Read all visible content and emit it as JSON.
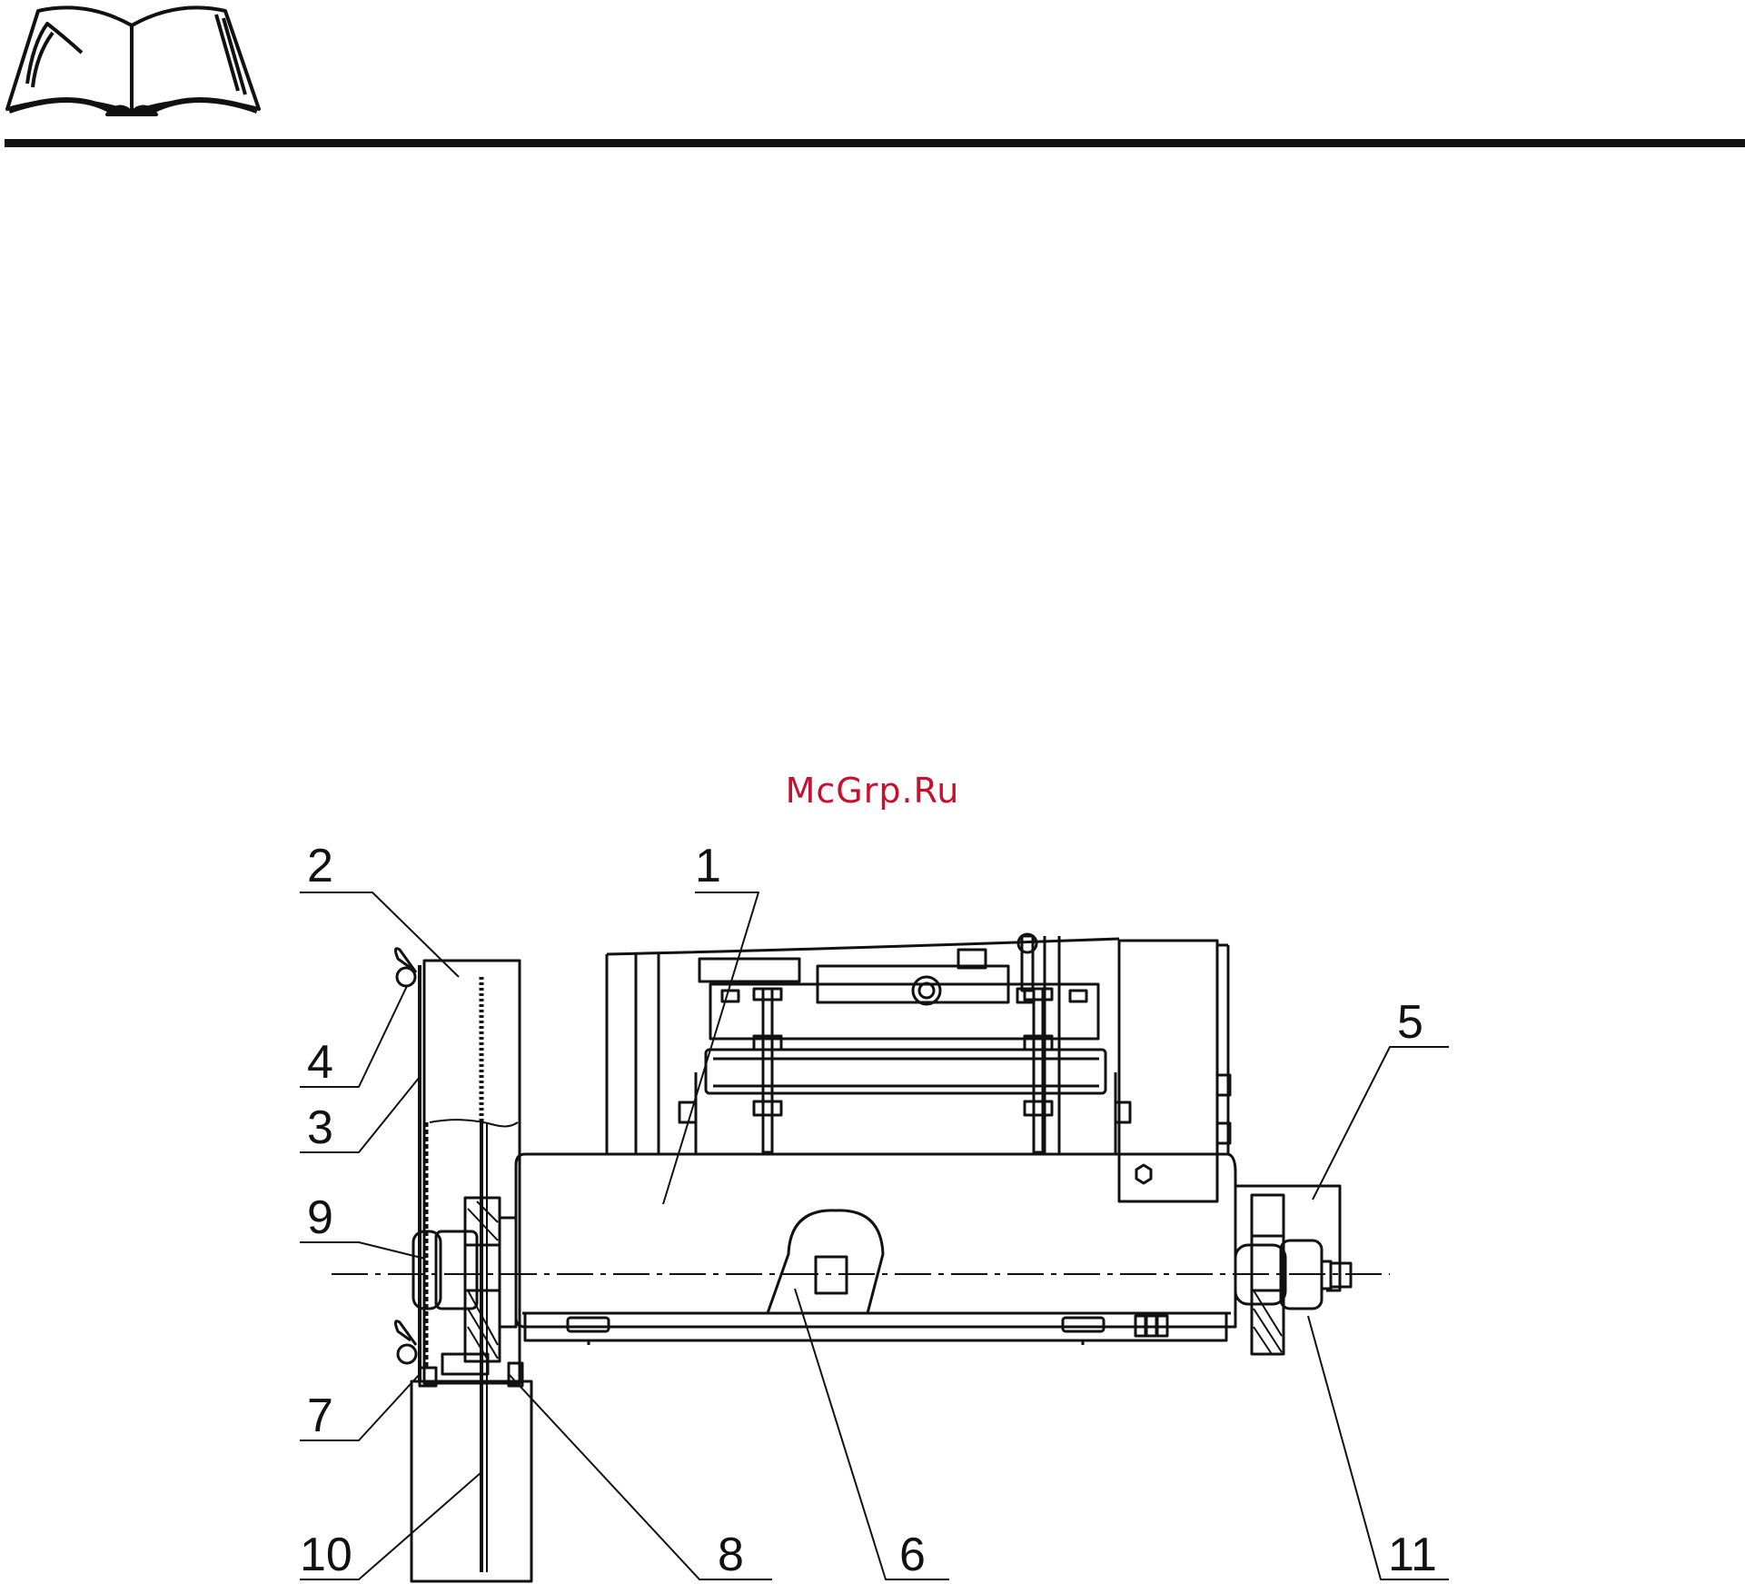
{
  "watermark": {
    "text": "McGrp.Ru",
    "color": "#c8102e"
  },
  "icons": {
    "header": "open-book-icon"
  },
  "colors": {
    "ink": "#111111",
    "paper": "#ffffff"
  },
  "callouts": [
    {
      "id": "c1",
      "label": "1"
    },
    {
      "id": "c2",
      "label": "2"
    },
    {
      "id": "c3",
      "label": "3"
    },
    {
      "id": "c4",
      "label": "4"
    },
    {
      "id": "c5",
      "label": "5"
    },
    {
      "id": "c6",
      "label": "6"
    },
    {
      "id": "c7",
      "label": "7"
    },
    {
      "id": "c8",
      "label": "8"
    },
    {
      "id": "c9",
      "label": "9"
    },
    {
      "id": "c10",
      "label": "10"
    },
    {
      "id": "c11",
      "label": "11"
    }
  ]
}
